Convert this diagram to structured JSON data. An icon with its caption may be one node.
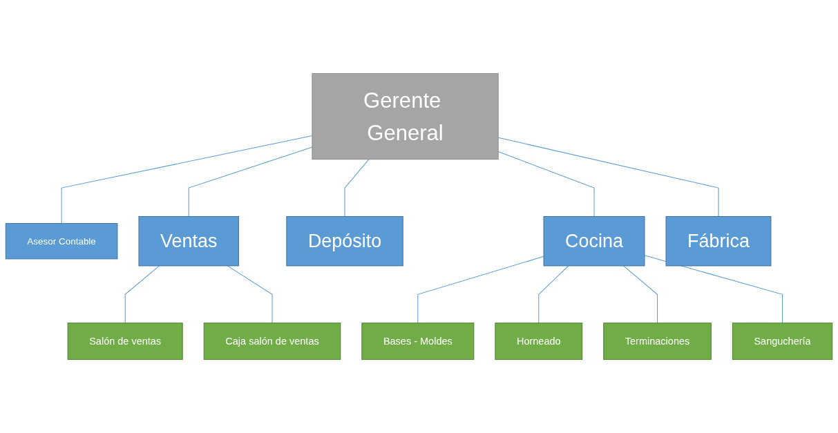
{
  "diagram": {
    "nodes": [
      {
        "text": [
          "Gerente General"
        ]
      },
      {
        "text": [
          "Asesor Contable"
        ]
      },
      {
        "text": [
          "Ventas"
        ]
      },
      {
        "text": [
          "Depósito"
        ]
      },
      {
        "text": [
          "Cocina"
        ]
      },
      {
        "text": [
          "Fábrica"
        ]
      },
      {
        "text": [
          "Salón de ventas"
        ]
      },
      {
        "text": [
          "Caja salón de ventas"
        ]
      },
      {
        "text": [
          "Bases - Moldes"
        ]
      },
      {
        "text": [
          "Horneado"
        ]
      },
      {
        "text": [
          "Terminaciones"
        ]
      },
      {
        "text": [
          "Sanguchería"
        ]
      }
    ],
    "edges": [
      {
        "from": 0,
        "to": 1,
        "arrow": "none"
      },
      {
        "from": 0,
        "to": 2,
        "arrow": "none"
      },
      {
        "from": 0,
        "to": 3,
        "arrow": "none"
      },
      {
        "from": 0,
        "to": 4,
        "arrow": "none"
      },
      {
        "from": 0,
        "to": 5,
        "arrow": "none"
      },
      {
        "from": 2,
        "to": 6,
        "arrow": "none"
      },
      {
        "from": 2,
        "to": 7,
        "arrow": "none"
      },
      {
        "from": 4,
        "to": 8,
        "arrow": "none"
      },
      {
        "from": 4,
        "to": 9,
        "arrow": "none"
      },
      {
        "from": 4,
        "to": 10,
        "arrow": "none"
      },
      {
        "from": 4,
        "to": 11,
        "arrow": "none"
      }
    ]
  }
}
